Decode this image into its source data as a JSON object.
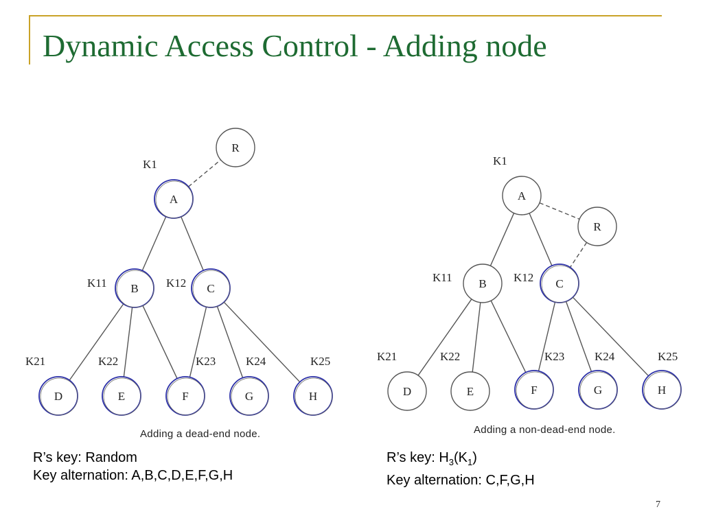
{
  "slide": {
    "title": "Dynamic Access Control - Adding node",
    "page_number": "7"
  },
  "colors": {
    "title": "#1e6b32",
    "frame": "#c9a227",
    "highlight_node": "#2b2fa8",
    "plain_node": "#555555"
  },
  "left_diagram": {
    "caption": "Adding a dead-end node.",
    "nodes": [
      {
        "id": "R",
        "label": "R",
        "highlight": false
      },
      {
        "id": "A",
        "label": "A",
        "key": "K1",
        "highlight": true
      },
      {
        "id": "B",
        "label": "B",
        "key": "K11",
        "highlight": true
      },
      {
        "id": "C",
        "label": "C",
        "key": "K12",
        "highlight": true
      },
      {
        "id": "D",
        "label": "D",
        "key": "K21",
        "highlight": true
      },
      {
        "id": "E",
        "label": "E",
        "key": "K22",
        "highlight": true
      },
      {
        "id": "F",
        "label": "F",
        "key": "K23",
        "highlight": true
      },
      {
        "id": "G",
        "label": "G",
        "key": "K24",
        "highlight": true
      },
      {
        "id": "H",
        "label": "H",
        "key": "K25",
        "highlight": true
      }
    ],
    "edges": [
      [
        "A",
        "B"
      ],
      [
        "A",
        "C"
      ],
      [
        "B",
        "D"
      ],
      [
        "B",
        "E"
      ],
      [
        "B",
        "F"
      ],
      [
        "C",
        "F"
      ],
      [
        "C",
        "G"
      ],
      [
        "C",
        "H"
      ]
    ],
    "dashed_edges": [
      [
        "A",
        "R"
      ]
    ],
    "note_line1": "R’s key: Random",
    "note_line2": "Key alternation: A,B,C,D,E,F,G,H"
  },
  "right_diagram": {
    "caption": "Adding a non-dead-end node.",
    "nodes": [
      {
        "id": "A",
        "label": "A",
        "key": "K1",
        "highlight": false
      },
      {
        "id": "R",
        "label": "R",
        "highlight": false
      },
      {
        "id": "B",
        "label": "B",
        "key": "K11",
        "highlight": false
      },
      {
        "id": "C",
        "label": "C",
        "key": "K12",
        "highlight": true
      },
      {
        "id": "D",
        "label": "D",
        "key": "K21",
        "highlight": false
      },
      {
        "id": "E",
        "label": "E",
        "key": "K22",
        "highlight": false
      },
      {
        "id": "F",
        "label": "F",
        "key": "K23",
        "highlight": true
      },
      {
        "id": "G",
        "label": "G",
        "key": "K24",
        "highlight": true
      },
      {
        "id": "H",
        "label": "H",
        "key": "K25",
        "highlight": true
      }
    ],
    "edges": [
      [
        "A",
        "B"
      ],
      [
        "A",
        "C"
      ],
      [
        "B",
        "D"
      ],
      [
        "B",
        "E"
      ],
      [
        "B",
        "F"
      ],
      [
        "C",
        "F"
      ],
      [
        "C",
        "G"
      ],
      [
        "C",
        "H"
      ]
    ],
    "dashed_edges": [
      [
        "A",
        "R"
      ],
      [
        "R",
        "C"
      ]
    ],
    "note_prefix": "R’s key: H",
    "note_sub1": "3",
    "note_mid": "(K",
    "note_sub2": "1",
    "note_suffix": ")",
    "note_line2": "Key alternation: C,F,G,H"
  }
}
